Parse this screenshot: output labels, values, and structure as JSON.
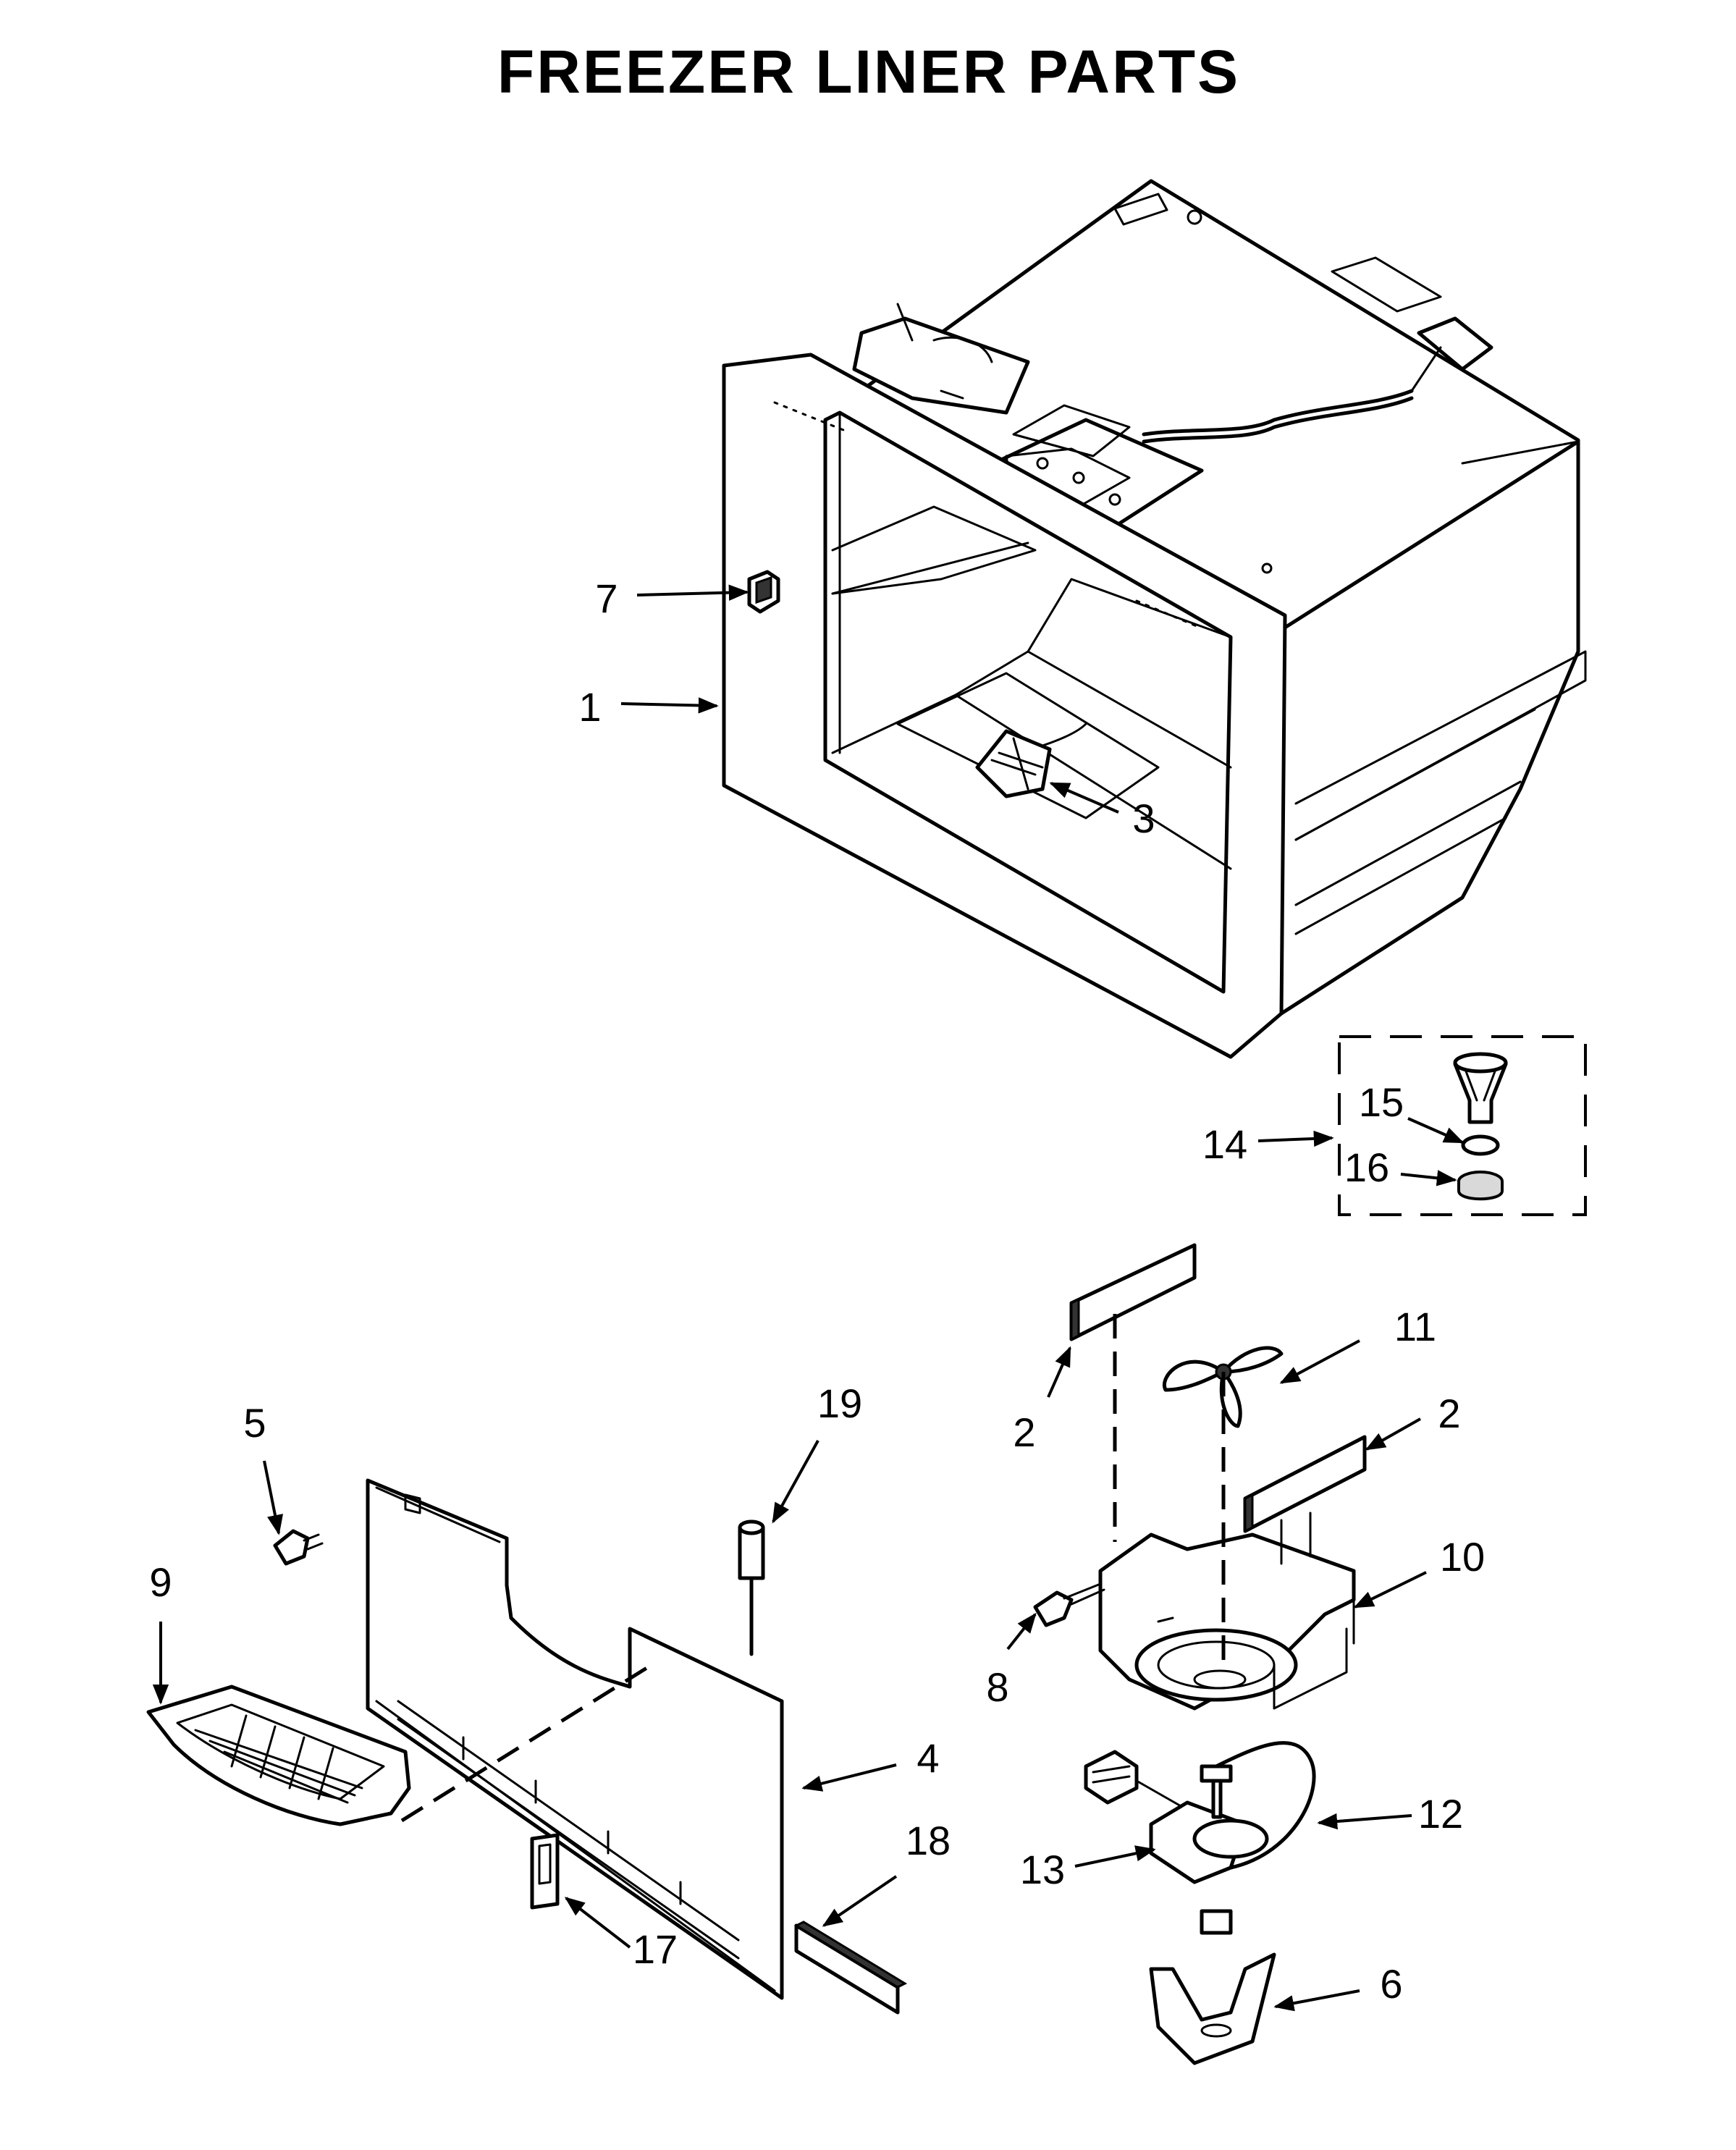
{
  "title": "FREEZER LINER PARTS",
  "callouts": {
    "c1": "1",
    "c2a": "2",
    "c2b": "2",
    "c3": "3",
    "c4": "4",
    "c5": "5",
    "c6": "6",
    "c7": "7",
    "c8": "8",
    "c9": "9",
    "c10": "10",
    "c11": "11",
    "c12": "12",
    "c13": "13",
    "c14": "14",
    "c15": "15",
    "c16": "16",
    "c17": "17",
    "c18": "18",
    "c19": "19"
  }
}
